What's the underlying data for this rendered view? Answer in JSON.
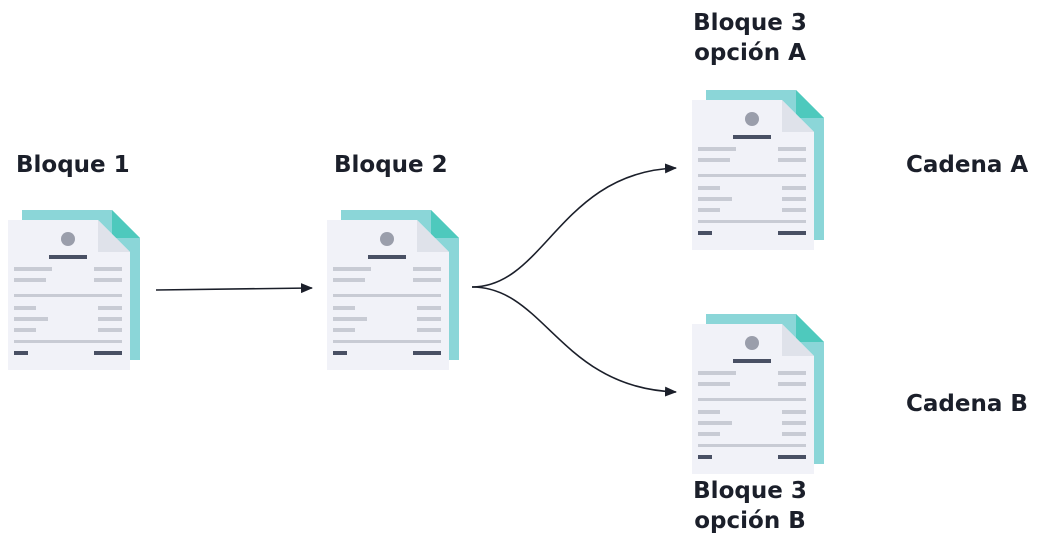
{
  "blocks": {
    "block1": {
      "label": "Bloque 1"
    },
    "block2": {
      "label": "Bloque 2"
    },
    "block3a": {
      "label_line1": "Bloque 3",
      "label_line2": "opción A"
    },
    "block3b": {
      "label_line1": "Bloque 3",
      "label_line2": "opción B"
    }
  },
  "chains": {
    "chain_a": "Cadena A",
    "chain_b": "Cadena B"
  },
  "colors": {
    "doc_shadow": "#8bd6d8",
    "doc_fold": "#4ec9bd",
    "doc_paper": "#f1f2f8",
    "doc_lines": "#c8cbd4",
    "doc_dark": "#495064",
    "doc_avatar": "#9a9eab",
    "arrow": "#1b1f2a"
  }
}
